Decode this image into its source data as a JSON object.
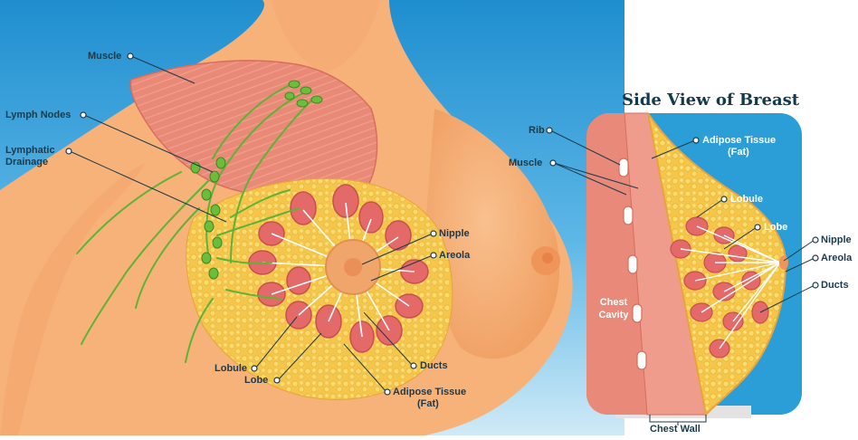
{
  "front": {
    "labels": {
      "muscle": "Muscle",
      "lymph_nodes": "Lymph Nodes",
      "lymphatic_drainage_1": "Lymphatic",
      "lymphatic_drainage_2": "Drainage",
      "nipple": "Nipple",
      "areola": "Areola",
      "lobule": "Lobule",
      "lobe": "Lobe",
      "ducts": "Ducts",
      "adipose_1": "Adipose Tissue",
      "adipose_2": "(Fat)"
    }
  },
  "side": {
    "title": "Side View of Breast",
    "labels": {
      "rib": "Rib",
      "muscle": "Muscle",
      "adipose_1": "Adipose Tissue",
      "adipose_2": "(Fat)",
      "lobule": "Lobule",
      "lobe": "Lobe",
      "nipple": "Nipple",
      "areola": "Areola",
      "ducts": "Ducts",
      "chest_cavity_1": "Chest",
      "chest_cavity_2": "Cavity",
      "chest_wall": "Chest Wall"
    }
  },
  "colors": {
    "background_blue": "#3fa6dc",
    "skin": "#f7b27a",
    "muscle": "#e9897a",
    "fat": "#f6cf4f",
    "lobule": "#e46a6a",
    "lymph": "#6cbd3c",
    "label_text": "#1b3a4b"
  }
}
